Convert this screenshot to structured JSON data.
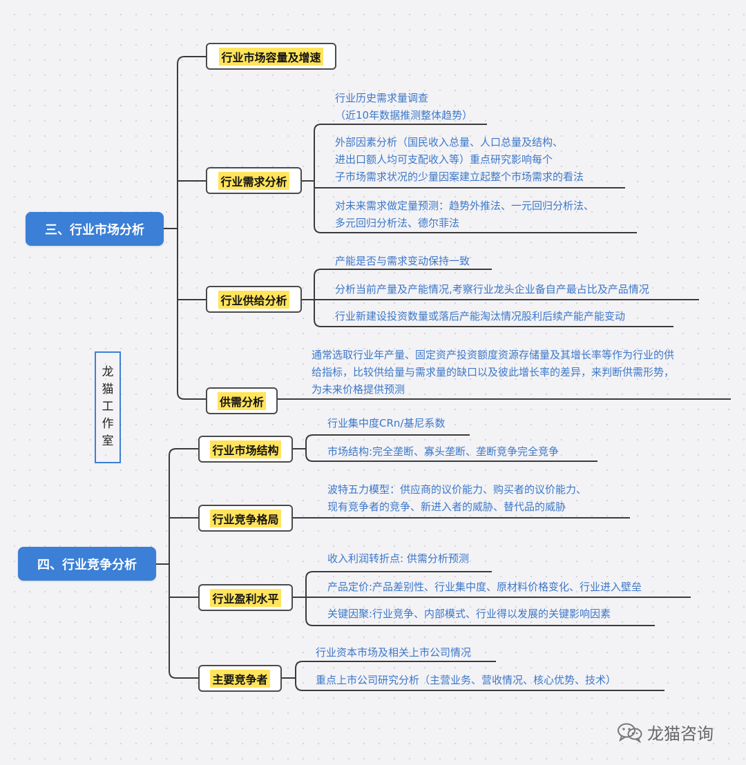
{
  "sections": [
    {
      "title": "三、行业市场分析",
      "branches": [
        {
          "label": "行业市场容量及增速",
          "leaves": []
        },
        {
          "label": "行业需求分析",
          "leaves": [
            "行业历史需求量调查\n（近10年数据推测整体趋势）",
            "外部因素分析（国民收入总量、人口总量及结构、\n进出口额人均可支配收入等）重点研究影响每个\n子市场需求状况的少量因案建立起整个市场需求的看法",
            "对未来需求做定量预测：趋势外推法、一元回归分析法、\n多元回归分析法、德尔菲法"
          ]
        },
        {
          "label": "行业供给分析",
          "leaves": [
            "产能是否与需求变动保持一致",
            "分析当前产量及产能情况,考察行业龙头企业备自产最占比及产品情况",
            "行业新建设投资数量或落后产能淘汰情况股利后续产能产能变动"
          ]
        },
        {
          "label": "供需分析",
          "leaves": [
            "通常选取行业年产量、固定资产投资额度资源存储量及其增长率等作为行业的供\n给指标，比较供给量与需求量的缺口以及彼此增长率的差异，来判断供需形势，\n为未来价格提供预测"
          ]
        }
      ]
    },
    {
      "title": "四、行业竞争分析",
      "branches": [
        {
          "label": "行业市场结构",
          "leaves": [
            "行业集中度CRn/基尼系数",
            "市场结构:完全垄断、寡头垄断、垄断竞争完全竞争"
          ]
        },
        {
          "label": "行业竞争格局",
          "leaves": [
            "波特五力模型：供应商的议价能力、购买者的议价能力、\n现有竞争者的竞争、新进入者的威胁、替代品的威胁"
          ]
        },
        {
          "label": "行业盈利水平",
          "leaves": [
            "收入利润转折点: 供需分析预测",
            "产品定价:产品差别性、行业集中度、原材料价格变化、行业进入壁垒",
            "关键因聚:行业竞争、内部模式、行业得以发展的关键影响因素"
          ]
        },
        {
          "label": "主要竞争者",
          "leaves": [
            "行业资本市场及相关上市公司情况",
            "重点上市公司研究分析（主营业务、营收情况、核心优势、技术）"
          ]
        }
      ]
    }
  ],
  "stamp": {
    "text": "龙\n猫\n工\n作\n室"
  },
  "watermark": {
    "text": "龙猫咨询",
    "icon": "wechat-icon"
  },
  "colors": {
    "root": "#3b7fd6",
    "highlight": "#ffe45c",
    "leaf_text": "#3c78c8",
    "line": "#3a3a3a"
  }
}
